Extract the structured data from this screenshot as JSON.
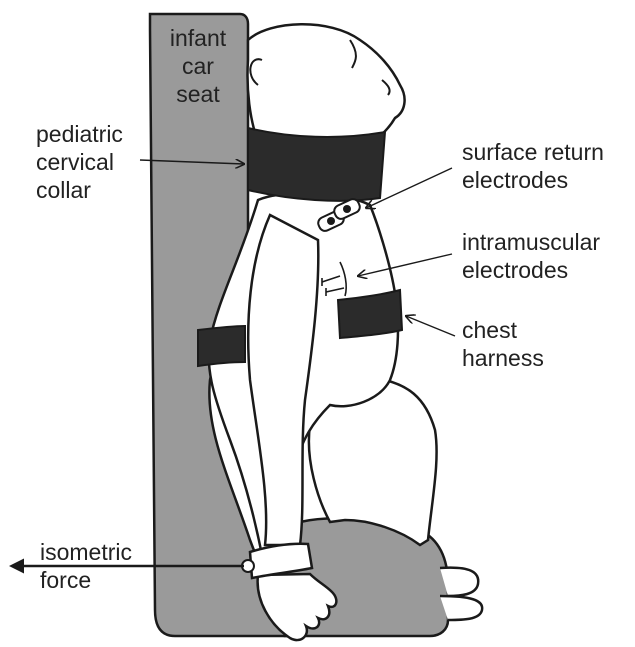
{
  "labels": {
    "seat": [
      "infant",
      "car",
      "seat"
    ],
    "collar": [
      "pediatric",
      "cervical",
      "collar"
    ],
    "return_electrodes": [
      "surface return",
      "electrodes"
    ],
    "im_electrodes": [
      "intramuscular",
      "electrodes"
    ],
    "harness": [
      "chest",
      "harness"
    ],
    "force": [
      "isometric",
      "force"
    ]
  },
  "colors": {
    "seat_fill": "#9a9a9a",
    "strap_fill": "#2b2b2b",
    "outline": "#1a1a1a",
    "body_fill": "#ffffff"
  }
}
